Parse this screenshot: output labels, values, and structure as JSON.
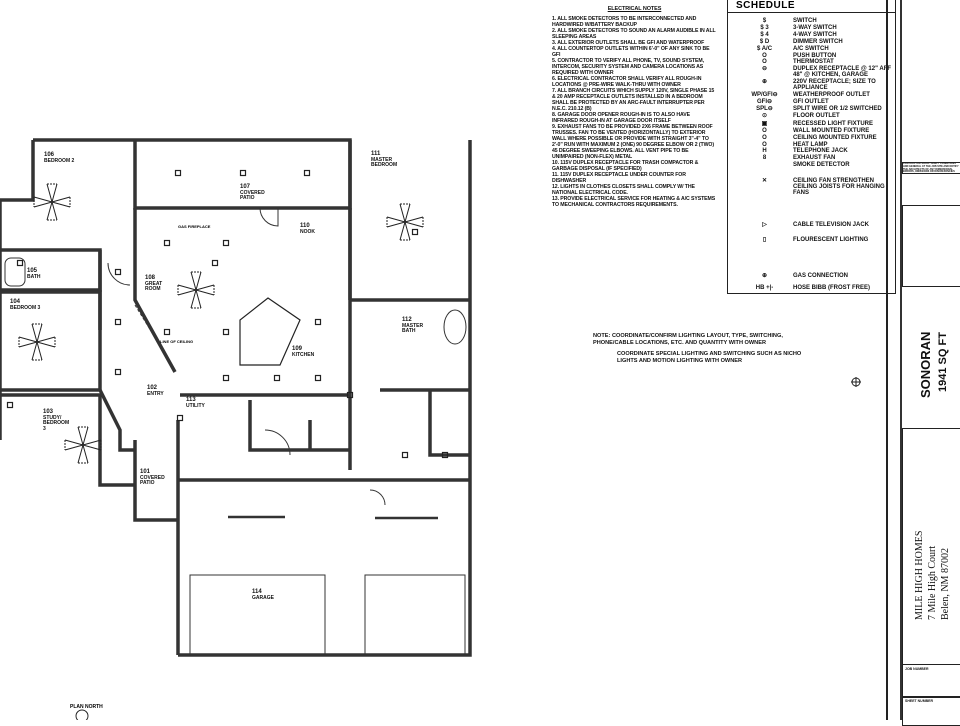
{
  "rooms": [
    {
      "num": "106",
      "name": "BEDROOM 2"
    },
    {
      "num": "107",
      "name": "COVERED PATIO"
    },
    {
      "num": "110",
      "name": "NOOK"
    },
    {
      "num": "108",
      "name": "GREAT ROOM"
    },
    {
      "num": "105",
      "name": "BATH"
    },
    {
      "num": "104",
      "name": "BEDROOM 3"
    },
    {
      "num": "109",
      "name": "KITCHEN"
    },
    {
      "num": "102",
      "name": "ENTRY"
    },
    {
      "num": "113",
      "name": "UTILITY"
    },
    {
      "num": "103",
      "name": "STUDY/ BEDROOM 3"
    },
    {
      "num": "111",
      "name": "MASTER BEDROOM"
    },
    {
      "num": "112",
      "name": "MASTER BATH"
    },
    {
      "num": "101",
      "name": "COVERED PATIO"
    },
    {
      "num": "114",
      "name": "GARAGE"
    }
  ],
  "plan_callouts": {
    "fireplace": "GAS FIREPLACE",
    "ceiling_line": "LINE OF CEILING",
    "north": "PLAN NORTH"
  },
  "electrical_notes": {
    "title": "ELECTRICAL NOTES",
    "items": [
      "1. ALL SMOKE DETECTORS TO BE INTERCONNECTED AND HARDWIRED W/BATTERY BACKUP",
      "2. ALL SMOKE DETECTORS TO SOUND AN ALARM AUDIBLE IN ALL SLEEPING AREAS",
      "3. ALL EXTERIOR OUTLETS SHALL BE GFI AND WATERPROOF",
      "4. ALL COUNTERTOP OUTLETS WITHIN 6'-0\" OF ANY SINK TO BE GFI",
      "5. CONTRACTOR TO VERIFY ALL PHONE, TV, SOUND SYSTEM, INTERCOM, SECURITY SYSTEM AND CAMERA LOCATIONS AS REQUIRED WITH OWNER",
      "6. ELECTRICAL CONTRACTOR SHALL VERIFY ALL ROUGH-IN LOCATIONS @ PRE-WIRE WALK-THRU WITH OWNER",
      "7. ALL BRANCH CIRCUITS WHICH SUPPLY 120V, SINGLE PHASE 15 & 20 AMP RECEPTACLE OUTLETS INSTALLED IN A BEDROOM SHALL BE PROTECTED BY AN ARC-FAULT INTERRUPTER PER N.E.C. 210.12 (B)",
      "8. GARAGE DOOR OPENER ROUGH-IN IS TO ALSO HAVE INFRARED ROUGH-IN AT GARAGE DOOR ITSELF",
      "9. EXHAUST FANS TO BE PROVIDED 2X6 FRAME BETWEEN ROOF TRUSSES. FAN TO BE VENTED (HORIZONTALLY) TO EXTERIOR WALL WHERE POSSIBLE OR PROVIDE WITH STRAIGHT 3\"-4\" TO 2'-0\" RUN WITH MAXIMUM 2 (ONE) 90 DEGREE ELBOW OR 2 (TWO) 45 DEGREE SWEEPING ELBOWS. ALL VENT PIPE TO BE UNIMPAIRED (NON-FLEX) METAL",
      "10. 115V DUPLEX RECEPTACLE FOR TRASH COMPACTOR & GARBAGE DISPOSAL (IF SPECIFIED)",
      "11. 115V DUPLEX RECEPTACLE UNDER COUNTER FOR DISHWASHER",
      "12. LIGHTS IN CLOTHES CLOSETS SHALL COMPLY W/ THE NATIONAL ELECTRICAL CODE.",
      "13. PROVIDE ELECTRICAL SERVICE FOR HEATING & A/C SYSTEMS TO MECHANICAL CONTRACTORS REQUIREMENTS."
    ]
  },
  "schedule": {
    "title": "SCHEDULE",
    "rows": [
      {
        "sym": "$",
        "label": "SWITCH"
      },
      {
        "sym": "$ 3",
        "label": "3-WAY SWITCH"
      },
      {
        "sym": "$ 4",
        "label": "4-WAY SWITCH"
      },
      {
        "sym": "$ D",
        "label": "DIMMER SWITCH"
      },
      {
        "sym": "$ A/C",
        "label": "A/C SWITCH"
      },
      {
        "sym": "o",
        "label": "PUSH BUTTON"
      },
      {
        "sym": "o",
        "label": "THERMOSTAT"
      },
      {
        "sym": "⊖",
        "label": "DUPLEX RECEPTACLE @ 12\" AFF 48\" @ KITCHEN, GARAGE"
      },
      {
        "sym": "⊕",
        "label": "220V RECEPTACLE; SIZE TO APPLIANCE"
      },
      {
        "sym": "WP/GFI⊖",
        "label": "WEATHERPROOF OUTLET"
      },
      {
        "sym": "GFI⊖",
        "label": "GFI OUTLET"
      },
      {
        "sym": "SPL⊖",
        "label": "SPLIT WIRE OR 1/2 SWITCHED"
      },
      {
        "sym": "⊙",
        "label": "FLOOR OUTLET"
      },
      {
        "sym": "▣",
        "label": "RECESSED LIGHT FIXTURE"
      },
      {
        "sym": "o",
        "label": "WALL MOUNTED FIXTURE"
      },
      {
        "sym": "o",
        "label": "CEILING MOUNTED FIXTURE"
      },
      {
        "sym": "o",
        "label": "HEAT LAMP"
      },
      {
        "sym": "H",
        "label": "TELEPHONE JACK"
      },
      {
        "sym": "8",
        "label": "EXHAUST FAN"
      },
      {
        "sym": "",
        "label": "SMOKE DETECTOR"
      },
      {
        "sym": "✕",
        "label": "CEILING FAN STRENGTHEN CEILING JOISTS FOR HANGING FANS"
      },
      {
        "sym": "▷",
        "label": "CABLE TELEVISION JACK"
      },
      {
        "sym": "▯",
        "label": "FLOURESCENT LIGHTING"
      },
      {
        "sym": "⊕",
        "label": "GAS CONNECTION"
      },
      {
        "sym": "HB +|-",
        "label": "HOSE BIBB (FROST FREE)"
      }
    ]
  },
  "general_note": {
    "p1": "NOTE: COORDINATE/CONFIRM LIGHTING LAYOUT, TYPE, SWITCHING, PHONE/CABLE LOCATIONS, ETC. AND QUANTITY WITH OWNER",
    "p2": "COORDINATE SPECIAL LIGHTING AND SWITCHING SUCH AS NICHO LIGHTS AND MOTION LIGHTING WITH OWNER"
  },
  "title_block": {
    "disclaimer": "CONTRACTOR SHALL VERIFY CONDITIONS AND GENERAL AT THE JOB SITE AND NOTIFY THE ARCHITECTS OF ANY DIMENSIONAL ERRORS, OMISSIONS OR DISCREPANCIES BEFORE BEGINNING OR FABRICATING ANY WORK. DO NOT SCALE DRAWINGS",
    "plan_name": "SONORAN",
    "sq_ft": "1941 SQ FT",
    "company": "MILE HIGH HOMES",
    "address1": "7 Mile High Court",
    "address2": "Belen, NM  87002",
    "job_number_label": "JOB NUMBER",
    "sheet_number_label": "SHEET NUMBER"
  }
}
